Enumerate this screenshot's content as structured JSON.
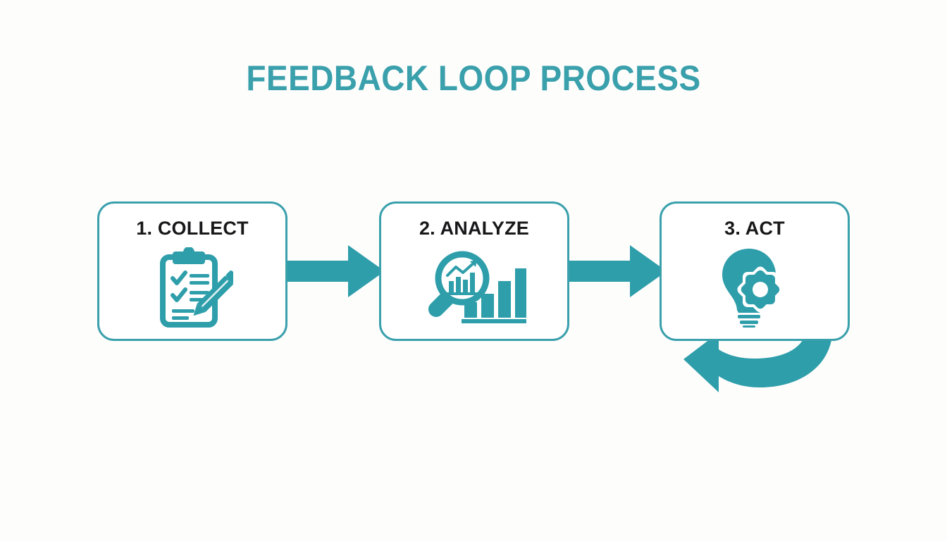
{
  "page": {
    "title": "FEEDBACK LOOP PROCESS",
    "background_color": "#fdfdfc",
    "accent_color": "#3aa0ac",
    "arrow_color": "#2e9eaa",
    "label_color": "#18181a"
  },
  "steps": [
    {
      "number": "1",
      "label": "1. COLLECT",
      "icon": "clipboard-checklist-pencil-icon"
    },
    {
      "number": "2",
      "label": "2. ANALYZE",
      "icon": "magnifying-glass-bar-chart-icon"
    },
    {
      "number": "3",
      "label": "3. ACT",
      "icon": "lightbulb-gear-icon"
    }
  ],
  "connectors": [
    {
      "name": "arrow-collect-to-analyze",
      "icon": "right-block-arrow-icon"
    },
    {
      "name": "arrow-analyze-to-act",
      "icon": "right-block-arrow-icon"
    }
  ],
  "loop": {
    "name": "feedback-loop-arrow",
    "icon": "curved-loop-arrow-icon",
    "direction": "right-to-left"
  }
}
